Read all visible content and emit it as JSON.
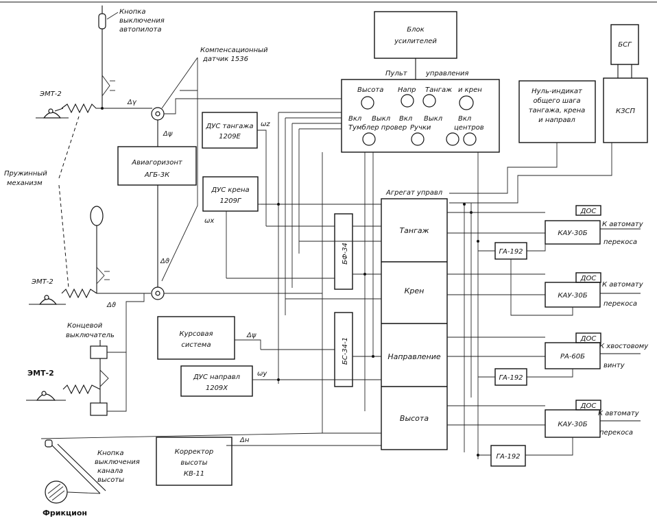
{
  "blocks": {
    "amplifier": [
      "Блок",
      "усилителей"
    ],
    "control_panel_title": [
      "Пульт",
      "управления"
    ],
    "panel_row1": [
      "Высота",
      "Напр",
      "Тангаж",
      "и крен"
    ],
    "panel_row2": [
      "Вкл",
      "Выкл",
      "Вкл",
      "Выкл",
      "Вкл"
    ],
    "panel_row3": [
      "Тумблер провер",
      "Ручки",
      "центров"
    ],
    "zero_indicator": [
      "Нуль-индикат",
      "общего шага",
      "тангажа, крена",
      "и направл"
    ],
    "bsg": "БСГ",
    "kzsp": "КЗСП",
    "gyro_horizon": [
      "Авиагоризонт",
      "АГБ-3К"
    ],
    "dus_pitch": [
      "ДУС тангажа",
      "1209Е"
    ],
    "dus_roll": [
      "ДУС крена",
      "1209Г"
    ],
    "heading_system": [
      "Курсовая",
      "система"
    ],
    "dus_yaw": [
      "ДУС направл",
      "1209Х"
    ],
    "altitude_corrector": [
      "Корректор",
      "высоты",
      "КВ-11"
    ],
    "control_unit_title": "Агрегат управл",
    "channels": [
      "Тангаж",
      "Крен",
      "Направление",
      "Высота"
    ],
    "bf34": "БФ-34",
    "bs34": "БС-34-1",
    "ga192": [
      "ГА-192",
      "ГА-192",
      "ГА-192"
    ],
    "dos": [
      "ДОС",
      "ДОС",
      "ДОС",
      "ДОС"
    ],
    "actuators": [
      "КАУ-30Б",
      "КАУ-30Б",
      "РА-60Б",
      "КАУ-30Б"
    ],
    "outputs": [
      [
        "К автомату",
        "перекоса"
      ],
      [
        "К автомату",
        "перекоса"
      ],
      [
        "К хвостовому",
        "винту"
      ],
      [
        "К автомату",
        "перекоса"
      ]
    ]
  },
  "labels": {
    "autopilot_button": [
      "Кнопка",
      "выключения",
      "автопилота"
    ],
    "comp_sensor": [
      "Компенсационный",
      "датчик 1536"
    ],
    "spring_mech": [
      "Пружинный",
      "механизм"
    ],
    "emt2": [
      "ЭМТ-2",
      "ЭМТ-2",
      "ЭМТ-2"
    ],
    "limit_switch": [
      "Концевой",
      "выключатель"
    ],
    "altitude_button": [
      "Кнопка",
      "выключения",
      "канала",
      "высоты"
    ],
    "friction": "Фрикцион",
    "delta_gamma": "Δγ",
    "delta_psi": "Δψ",
    "delta_theta": "Δϑ",
    "delta_h": "Δн",
    "delta_psi_course": "Δψ",
    "omega_z": "ωz",
    "omega_x": "ωx",
    "omega_y": "ωу"
  }
}
